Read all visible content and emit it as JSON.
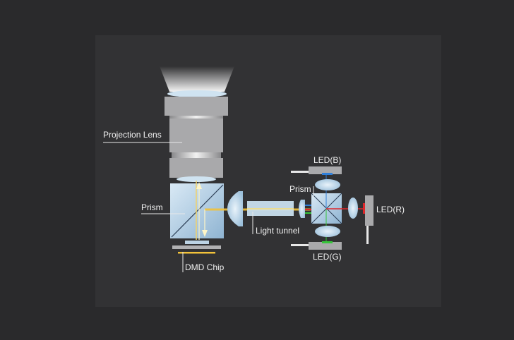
{
  "labels": {
    "projection_lens": "Projection Lens",
    "prism_main": "Prism",
    "light_tunnel": "Light tunnel",
    "dmd_chip": "DMD Chip",
    "led_b": "LED(B)",
    "prism_small": "Prism",
    "led_r": "LED(R)",
    "led_g": "LED(G)"
  },
  "colors": {
    "background": "#2a2a2c",
    "panel": "#323234",
    "lens_gray": "#a9a9ab",
    "prism_blue": "#b9d3e6",
    "beam_yellow": "#f2c23a",
    "led_blue": "#2f7fd8",
    "led_red": "#e0262a",
    "led_green": "#35c43a"
  }
}
